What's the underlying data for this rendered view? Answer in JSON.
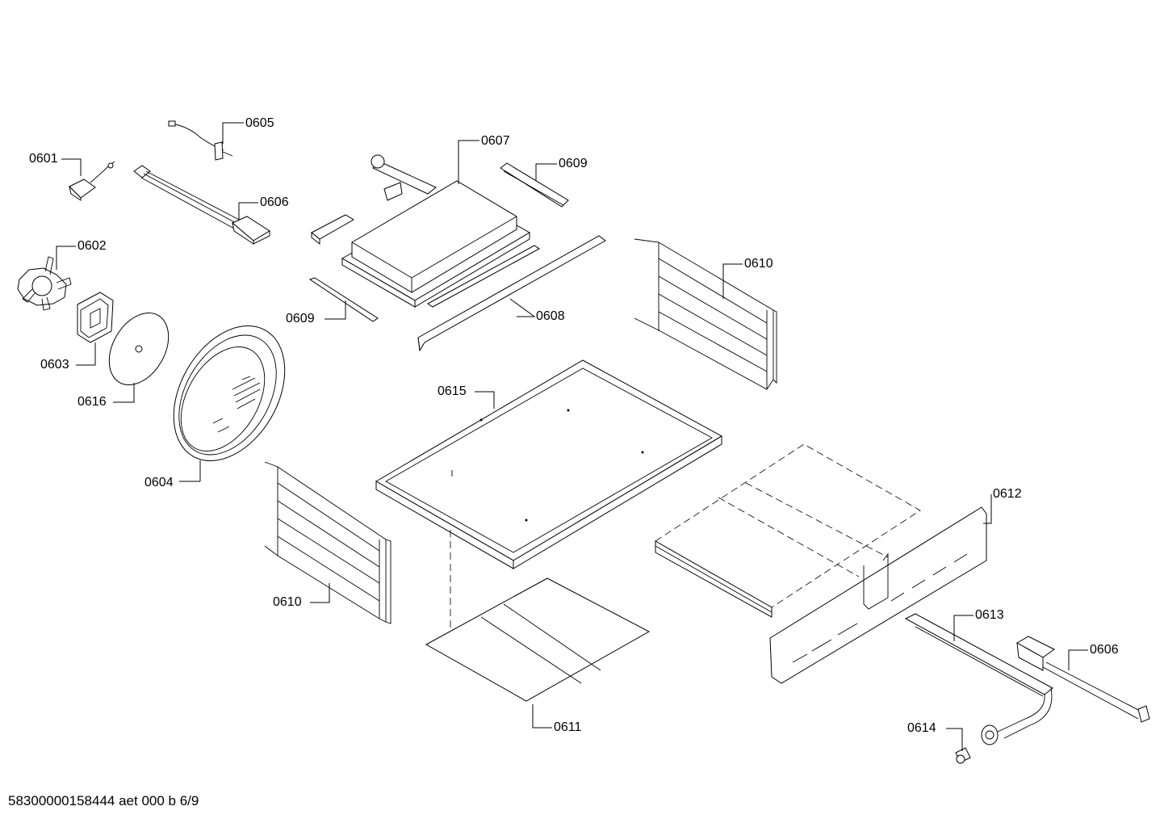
{
  "labels": {
    "p0601": "0601",
    "p0602": "0602",
    "p0603": "0603",
    "p0604": "0604",
    "p0605": "0605",
    "p0606a": "0606",
    "p0606b": "0606",
    "p0607": "0607",
    "p0608": "0608",
    "p0609a": "0609",
    "p0609b": "0609",
    "p0610a": "0610",
    "p0610b": "0610",
    "p0611": "0611",
    "p0612": "0612",
    "p0613": "0613",
    "p0614": "0614",
    "p0615": "0615",
    "p0616": "0616"
  },
  "footer": "58300000158444 aet 000 b 6/9"
}
